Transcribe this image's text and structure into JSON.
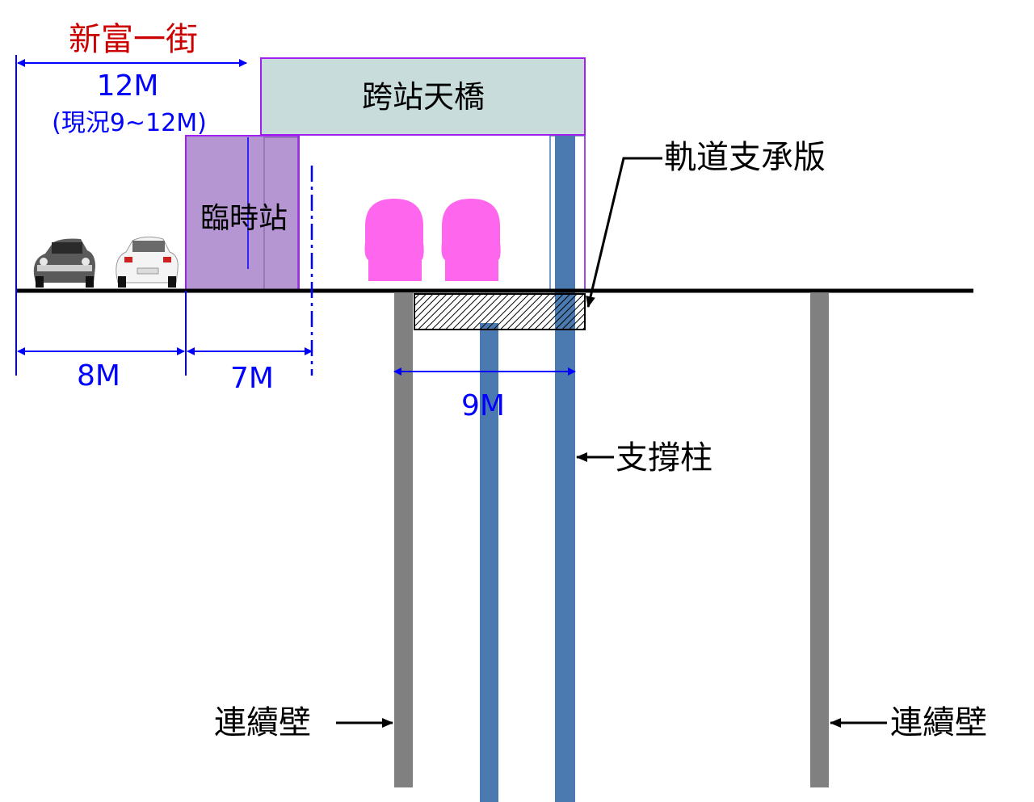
{
  "street": {
    "name": "新富一街",
    "width": "12M",
    "current": "(現況9~12M)"
  },
  "bridge": {
    "label": "跨站天橋"
  },
  "temp_station": {
    "label": "臨時站"
  },
  "dims": {
    "road": "8M",
    "station": "7M",
    "track": "9M"
  },
  "labels": {
    "rail_slab": "軌道支承版",
    "column": "支撐柱",
    "wall_left": "連續壁",
    "wall_right": "連續壁"
  },
  "colors": {
    "street_name": "#cc0000",
    "dimension": "#0000ff",
    "bridge_fill": "#c8dcdc",
    "bridge_border": "#a020f0",
    "station_fill": "#b696d2",
    "train": "#ff66ee",
    "column": "#4a7ab0",
    "wall": "#808080"
  },
  "icons": [
    "car-icon-dark",
    "car-icon-white",
    "arrow-left-icon"
  ]
}
